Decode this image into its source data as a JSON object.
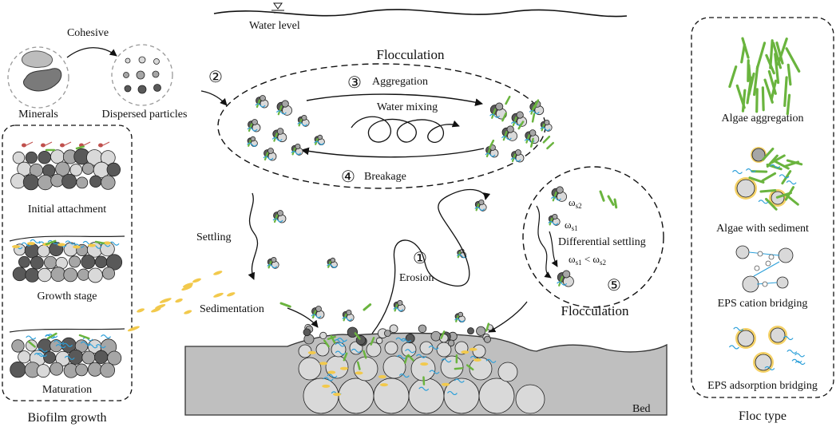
{
  "labels": {
    "water_level": "Water level",
    "cohesive": "Cohesive",
    "minerals": "Minerals",
    "dispersed_particles": "Dispersed particles",
    "step2": "②",
    "flocculation_top": "Flocculation",
    "step3": "③",
    "aggregation": "Aggregation",
    "water_mixing": "Water mixing",
    "step4": "④",
    "breakage": "Breakage",
    "settling": "Settling",
    "sedimentation": "Sedimentation",
    "step1": "①",
    "erosion": "Erosion",
    "ws2": "ωs2",
    "ws1": "ωs1",
    "differential_settling": "Differential settling",
    "ws_compare": "ωs1 < ωs2",
    "step5": "⑤",
    "flocculation_bottom": "Flocculation",
    "bed": "Bed"
  },
  "biofilm": {
    "title": "Biofilm growth",
    "stages": [
      "Initial attachment",
      "Growth stage",
      "Maturation"
    ]
  },
  "floc_types": {
    "title": "Floc type",
    "items": [
      "Algae aggregation",
      "Algae with sediment",
      "EPS cation bridging",
      "EPS adsorption bridging"
    ]
  },
  "colors": {
    "particle_light": "#d9d9d9",
    "particle_mid": "#a6a6a6",
    "particle_dark": "#595959",
    "algae": "#6ab43e",
    "eps": "#2b9fd9",
    "coating": "#f2c94c",
    "bed_fill": "#bfbfbf"
  }
}
